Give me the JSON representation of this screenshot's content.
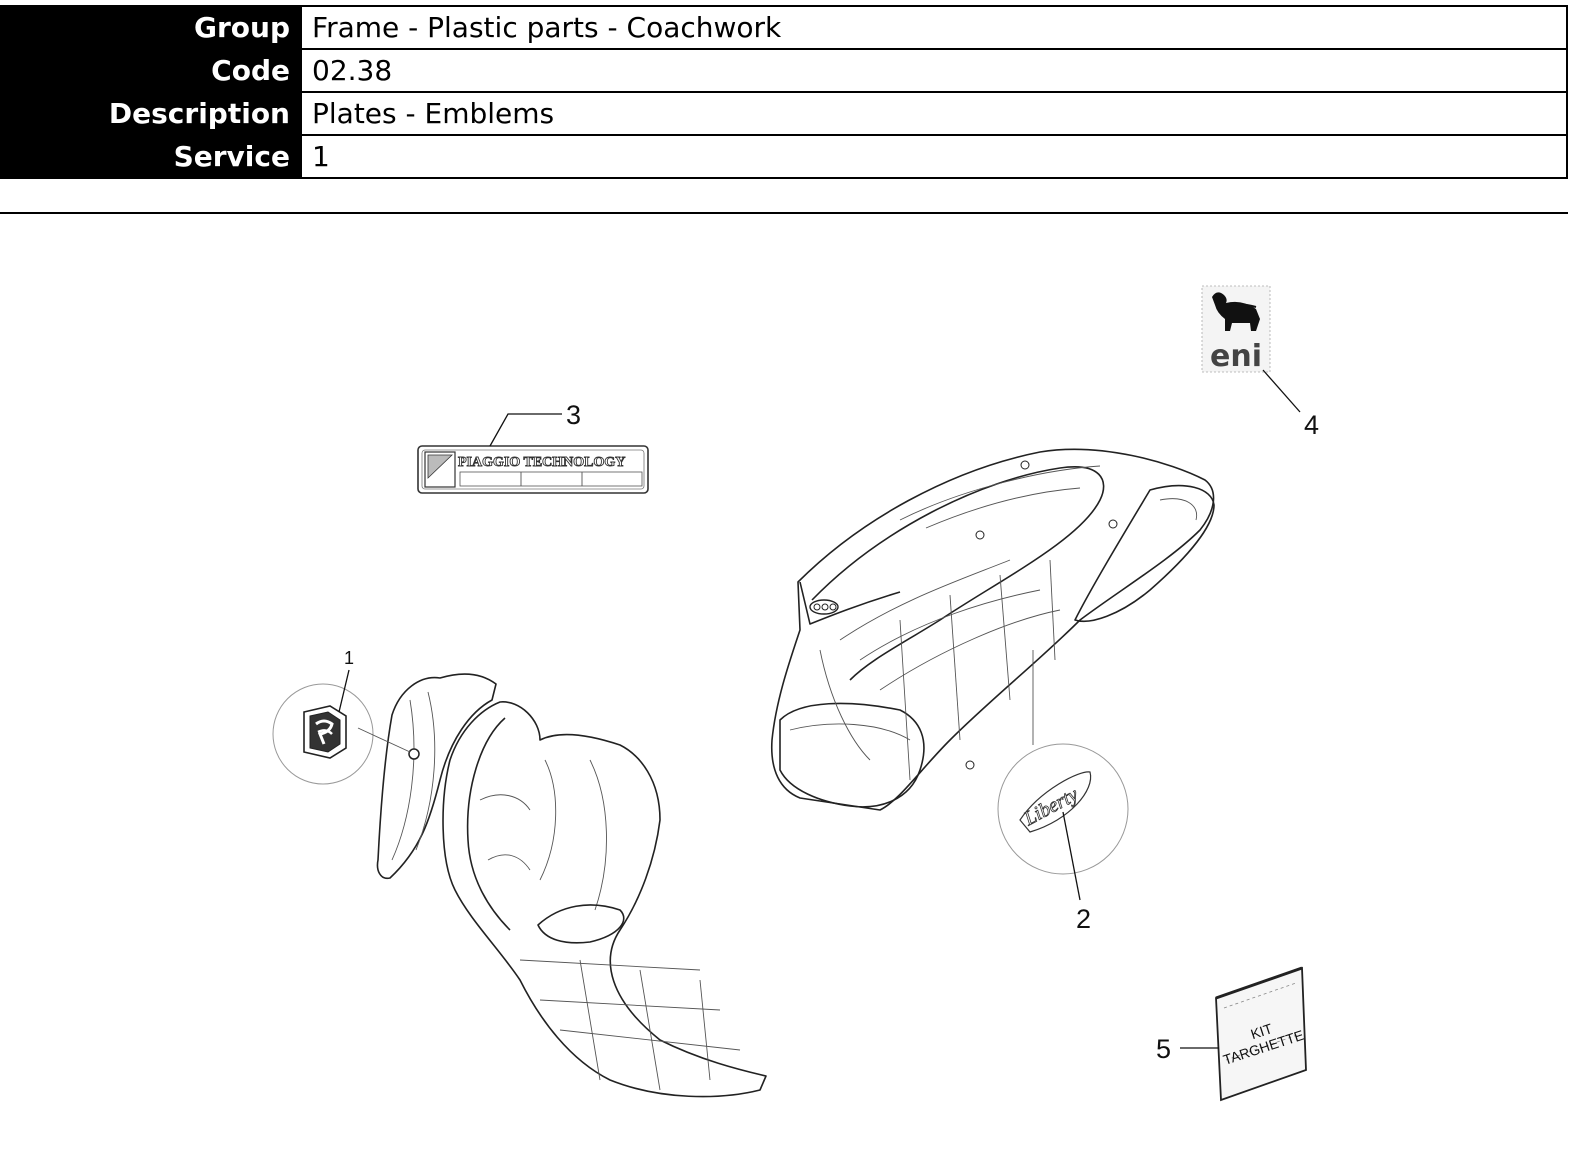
{
  "header": {
    "rows": [
      {
        "label": "Group",
        "value": "Frame - Plastic parts - Coachwork"
      },
      {
        "label": "Code",
        "value": "02.38"
      },
      {
        "label": "Description",
        "value": "Plates - Emblems"
      },
      {
        "label": "Service",
        "value": "1"
      }
    ]
  },
  "diagram": {
    "callouts": [
      "1",
      "2",
      "3",
      "4",
      "5"
    ],
    "parts": {
      "plate_3_text": "PIAGGIO TECHNOLOGY",
      "emblem_2_text": "Liberty",
      "logo_4_text": "eni",
      "kit_5_line1": "KIT",
      "kit_5_line2": "TARGHETTE"
    }
  }
}
